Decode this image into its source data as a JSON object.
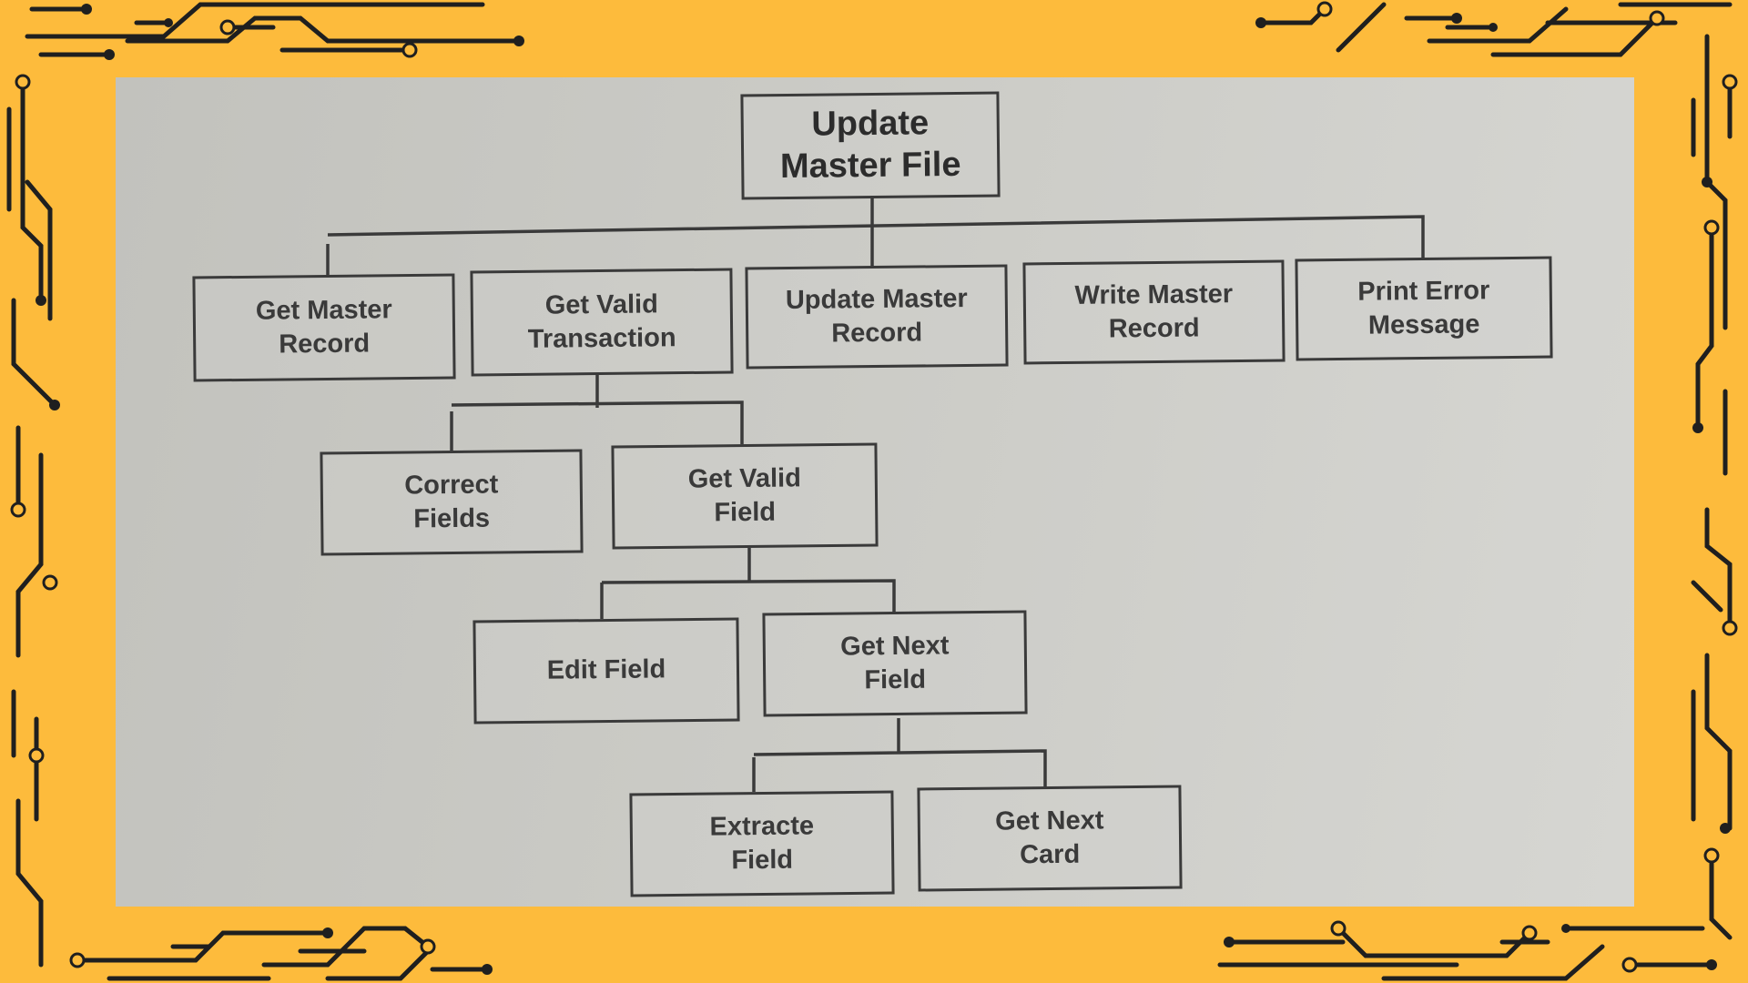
{
  "diagram": {
    "root": "Update\nMaster File",
    "level1": {
      "get_master_record": "Get Master\nRecord",
      "get_valid_transaction": "Get Valid\nTransaction",
      "update_master_record": "Update Master\nRecord",
      "write_master_record": "Write Master\nRecord",
      "print_error_message": "Print Error\nMessage"
    },
    "level2": {
      "correct_fields": "Correct\nFields",
      "get_valid_field": "Get Valid\nField"
    },
    "level3": {
      "edit_field": "Edit Field",
      "get_next_field": "Get Next\nField"
    },
    "level4": {
      "extract_field": "Extracte\nField",
      "get_next_card": "Get Next\nCard"
    }
  },
  "colors": {
    "frame_background": "#fdbb3c",
    "circuit_trace": "#1f1f1f",
    "photo_background": "#c8c8c3",
    "box_border": "#3a3a3a"
  },
  "icons": [
    "circuit-trace-decoration"
  ]
}
